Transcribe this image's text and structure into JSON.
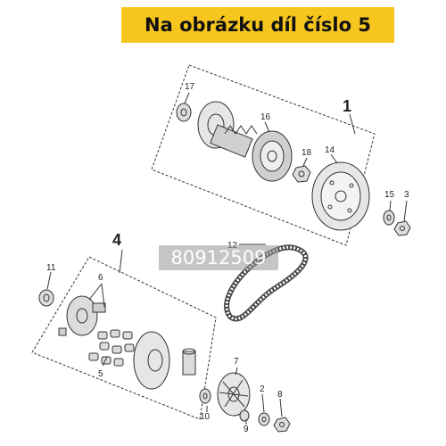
{
  "banner": {
    "title": "Na obrázku díl číslo 5"
  },
  "watermark": {
    "code": "80912509"
  },
  "colors": {
    "banner_bg": "#f6c51e",
    "line": "#333333",
    "part_fill": "#dcdcdc"
  },
  "callouts": {
    "c1": "1",
    "c2": "2",
    "c3": "3",
    "c4": "4",
    "c5": "5",
    "c6": "6",
    "c7": "7",
    "c8": "8",
    "c9": "9",
    "c10": "10",
    "c11": "11",
    "c12": "12",
    "c14": "14",
    "c15": "15",
    "c16": "16",
    "c17": "17",
    "c18": "18"
  }
}
